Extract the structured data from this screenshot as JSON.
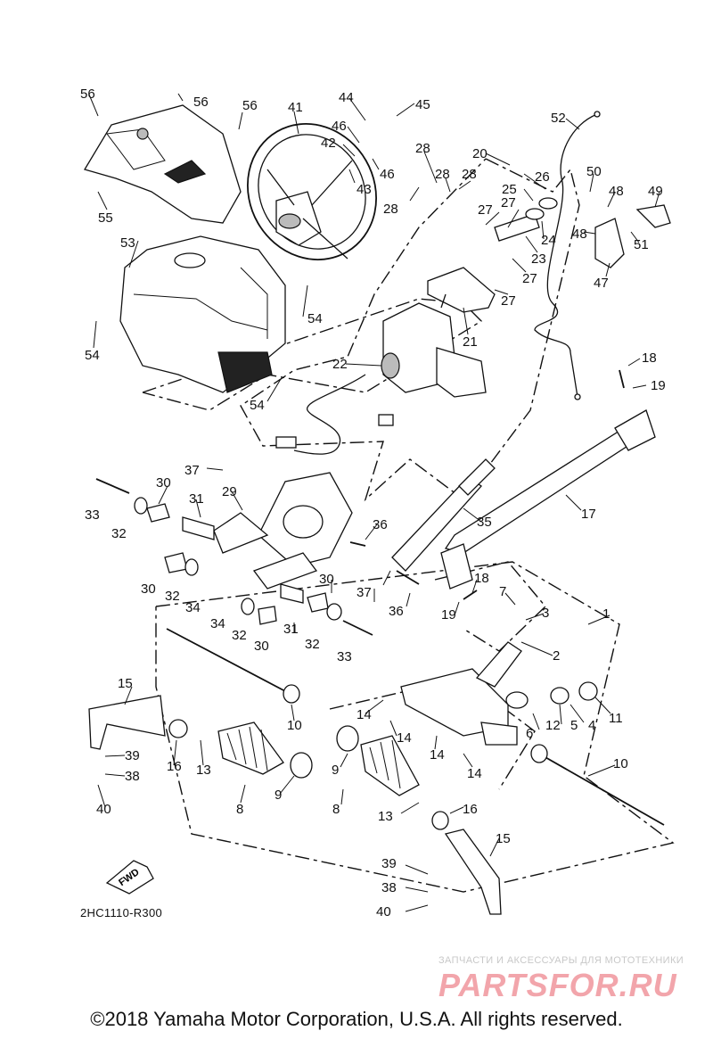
{
  "diagram": {
    "reference_code": "2HC1110-R300",
    "direction_label": "FWD",
    "copyright": "©2018 Yamaha Motor Corporation, U.S.A. All rights reserved.",
    "watermark": {
      "tagline": "ЗАПЧАСТИ И АКСЕССУАРЫ ДЛЯ МОТОТЕХНИКИ",
      "logo": "PARTSFOR.RU"
    },
    "callouts": [
      {
        "id": "c1",
        "label": "1"
      },
      {
        "id": "c2",
        "label": "2"
      },
      {
        "id": "c3",
        "label": "3"
      },
      {
        "id": "c4",
        "label": "4"
      },
      {
        "id": "c5",
        "label": "5"
      },
      {
        "id": "c6",
        "label": "6"
      },
      {
        "id": "c7",
        "label": "7"
      },
      {
        "id": "c8a",
        "label": "8"
      },
      {
        "id": "c8b",
        "label": "8"
      },
      {
        "id": "c9a",
        "label": "9"
      },
      {
        "id": "c9b",
        "label": "9"
      },
      {
        "id": "c10a",
        "label": "10"
      },
      {
        "id": "c10b",
        "label": "10"
      },
      {
        "id": "c11",
        "label": "11"
      },
      {
        "id": "c12",
        "label": "12"
      },
      {
        "id": "c13a",
        "label": "13"
      },
      {
        "id": "c13b",
        "label": "13"
      },
      {
        "id": "c14a",
        "label": "14"
      },
      {
        "id": "c14b",
        "label": "14"
      },
      {
        "id": "c14c",
        "label": "14"
      },
      {
        "id": "c14d",
        "label": "14"
      },
      {
        "id": "c15a",
        "label": "15"
      },
      {
        "id": "c15b",
        "label": "15"
      },
      {
        "id": "c16a",
        "label": "16"
      },
      {
        "id": "c16b",
        "label": "16"
      },
      {
        "id": "c17",
        "label": "17"
      },
      {
        "id": "c18a",
        "label": "18"
      },
      {
        "id": "c18b",
        "label": "18"
      },
      {
        "id": "c19a",
        "label": "19"
      },
      {
        "id": "c19b",
        "label": "19"
      },
      {
        "id": "c20",
        "label": "20"
      },
      {
        "id": "c21",
        "label": "21"
      },
      {
        "id": "c22",
        "label": "22"
      },
      {
        "id": "c23",
        "label": "23"
      },
      {
        "id": "c24",
        "label": "24"
      },
      {
        "id": "c25",
        "label": "25"
      },
      {
        "id": "c26",
        "label": "26"
      },
      {
        "id": "c27a",
        "label": "27"
      },
      {
        "id": "c27b",
        "label": "27"
      },
      {
        "id": "c27c",
        "label": "27"
      },
      {
        "id": "c27d",
        "label": "27"
      },
      {
        "id": "c28a",
        "label": "28"
      },
      {
        "id": "c28b",
        "label": "28"
      },
      {
        "id": "c28c",
        "label": "28"
      },
      {
        "id": "c28d",
        "label": "28"
      },
      {
        "id": "c29",
        "label": "29"
      },
      {
        "id": "c30a",
        "label": "30"
      },
      {
        "id": "c30b",
        "label": "30"
      },
      {
        "id": "c30c",
        "label": "30"
      },
      {
        "id": "c30d",
        "label": "30"
      },
      {
        "id": "c31a",
        "label": "31"
      },
      {
        "id": "c31b",
        "label": "31"
      },
      {
        "id": "c32a",
        "label": "32"
      },
      {
        "id": "c32b",
        "label": "32"
      },
      {
        "id": "c32c",
        "label": "32"
      },
      {
        "id": "c32d",
        "label": "32"
      },
      {
        "id": "c33a",
        "label": "33"
      },
      {
        "id": "c33b",
        "label": "33"
      },
      {
        "id": "c34a",
        "label": "34"
      },
      {
        "id": "c34b",
        "label": "34"
      },
      {
        "id": "c35",
        "label": "35"
      },
      {
        "id": "c36a",
        "label": "36"
      },
      {
        "id": "c36b",
        "label": "36"
      },
      {
        "id": "c37a",
        "label": "37"
      },
      {
        "id": "c37b",
        "label": "37"
      },
      {
        "id": "c38a",
        "label": "38"
      },
      {
        "id": "c38b",
        "label": "38"
      },
      {
        "id": "c39a",
        "label": "39"
      },
      {
        "id": "c39b",
        "label": "39"
      },
      {
        "id": "c40a",
        "label": "40"
      },
      {
        "id": "c40b",
        "label": "40"
      },
      {
        "id": "c41",
        "label": "41"
      },
      {
        "id": "c42",
        "label": "42"
      },
      {
        "id": "c43",
        "label": "43"
      },
      {
        "id": "c44",
        "label": "44"
      },
      {
        "id": "c45",
        "label": "45"
      },
      {
        "id": "c46a",
        "label": "46"
      },
      {
        "id": "c46b",
        "label": "46"
      },
      {
        "id": "c47",
        "label": "47"
      },
      {
        "id": "c48a",
        "label": "48"
      },
      {
        "id": "c48b",
        "label": "48"
      },
      {
        "id": "c49",
        "label": "49"
      },
      {
        "id": "c50",
        "label": "50"
      },
      {
        "id": "c51",
        "label": "51"
      },
      {
        "id": "c52",
        "label": "52"
      },
      {
        "id": "c53",
        "label": "53"
      },
      {
        "id": "c54a",
        "label": "54"
      },
      {
        "id": "c54b",
        "label": "54"
      },
      {
        "id": "c54c",
        "label": "54"
      },
      {
        "id": "c55",
        "label": "55"
      },
      {
        "id": "c56a",
        "label": "56"
      },
      {
        "id": "c56b",
        "label": "56"
      },
      {
        "id": "c56c",
        "label": "56"
      }
    ]
  }
}
